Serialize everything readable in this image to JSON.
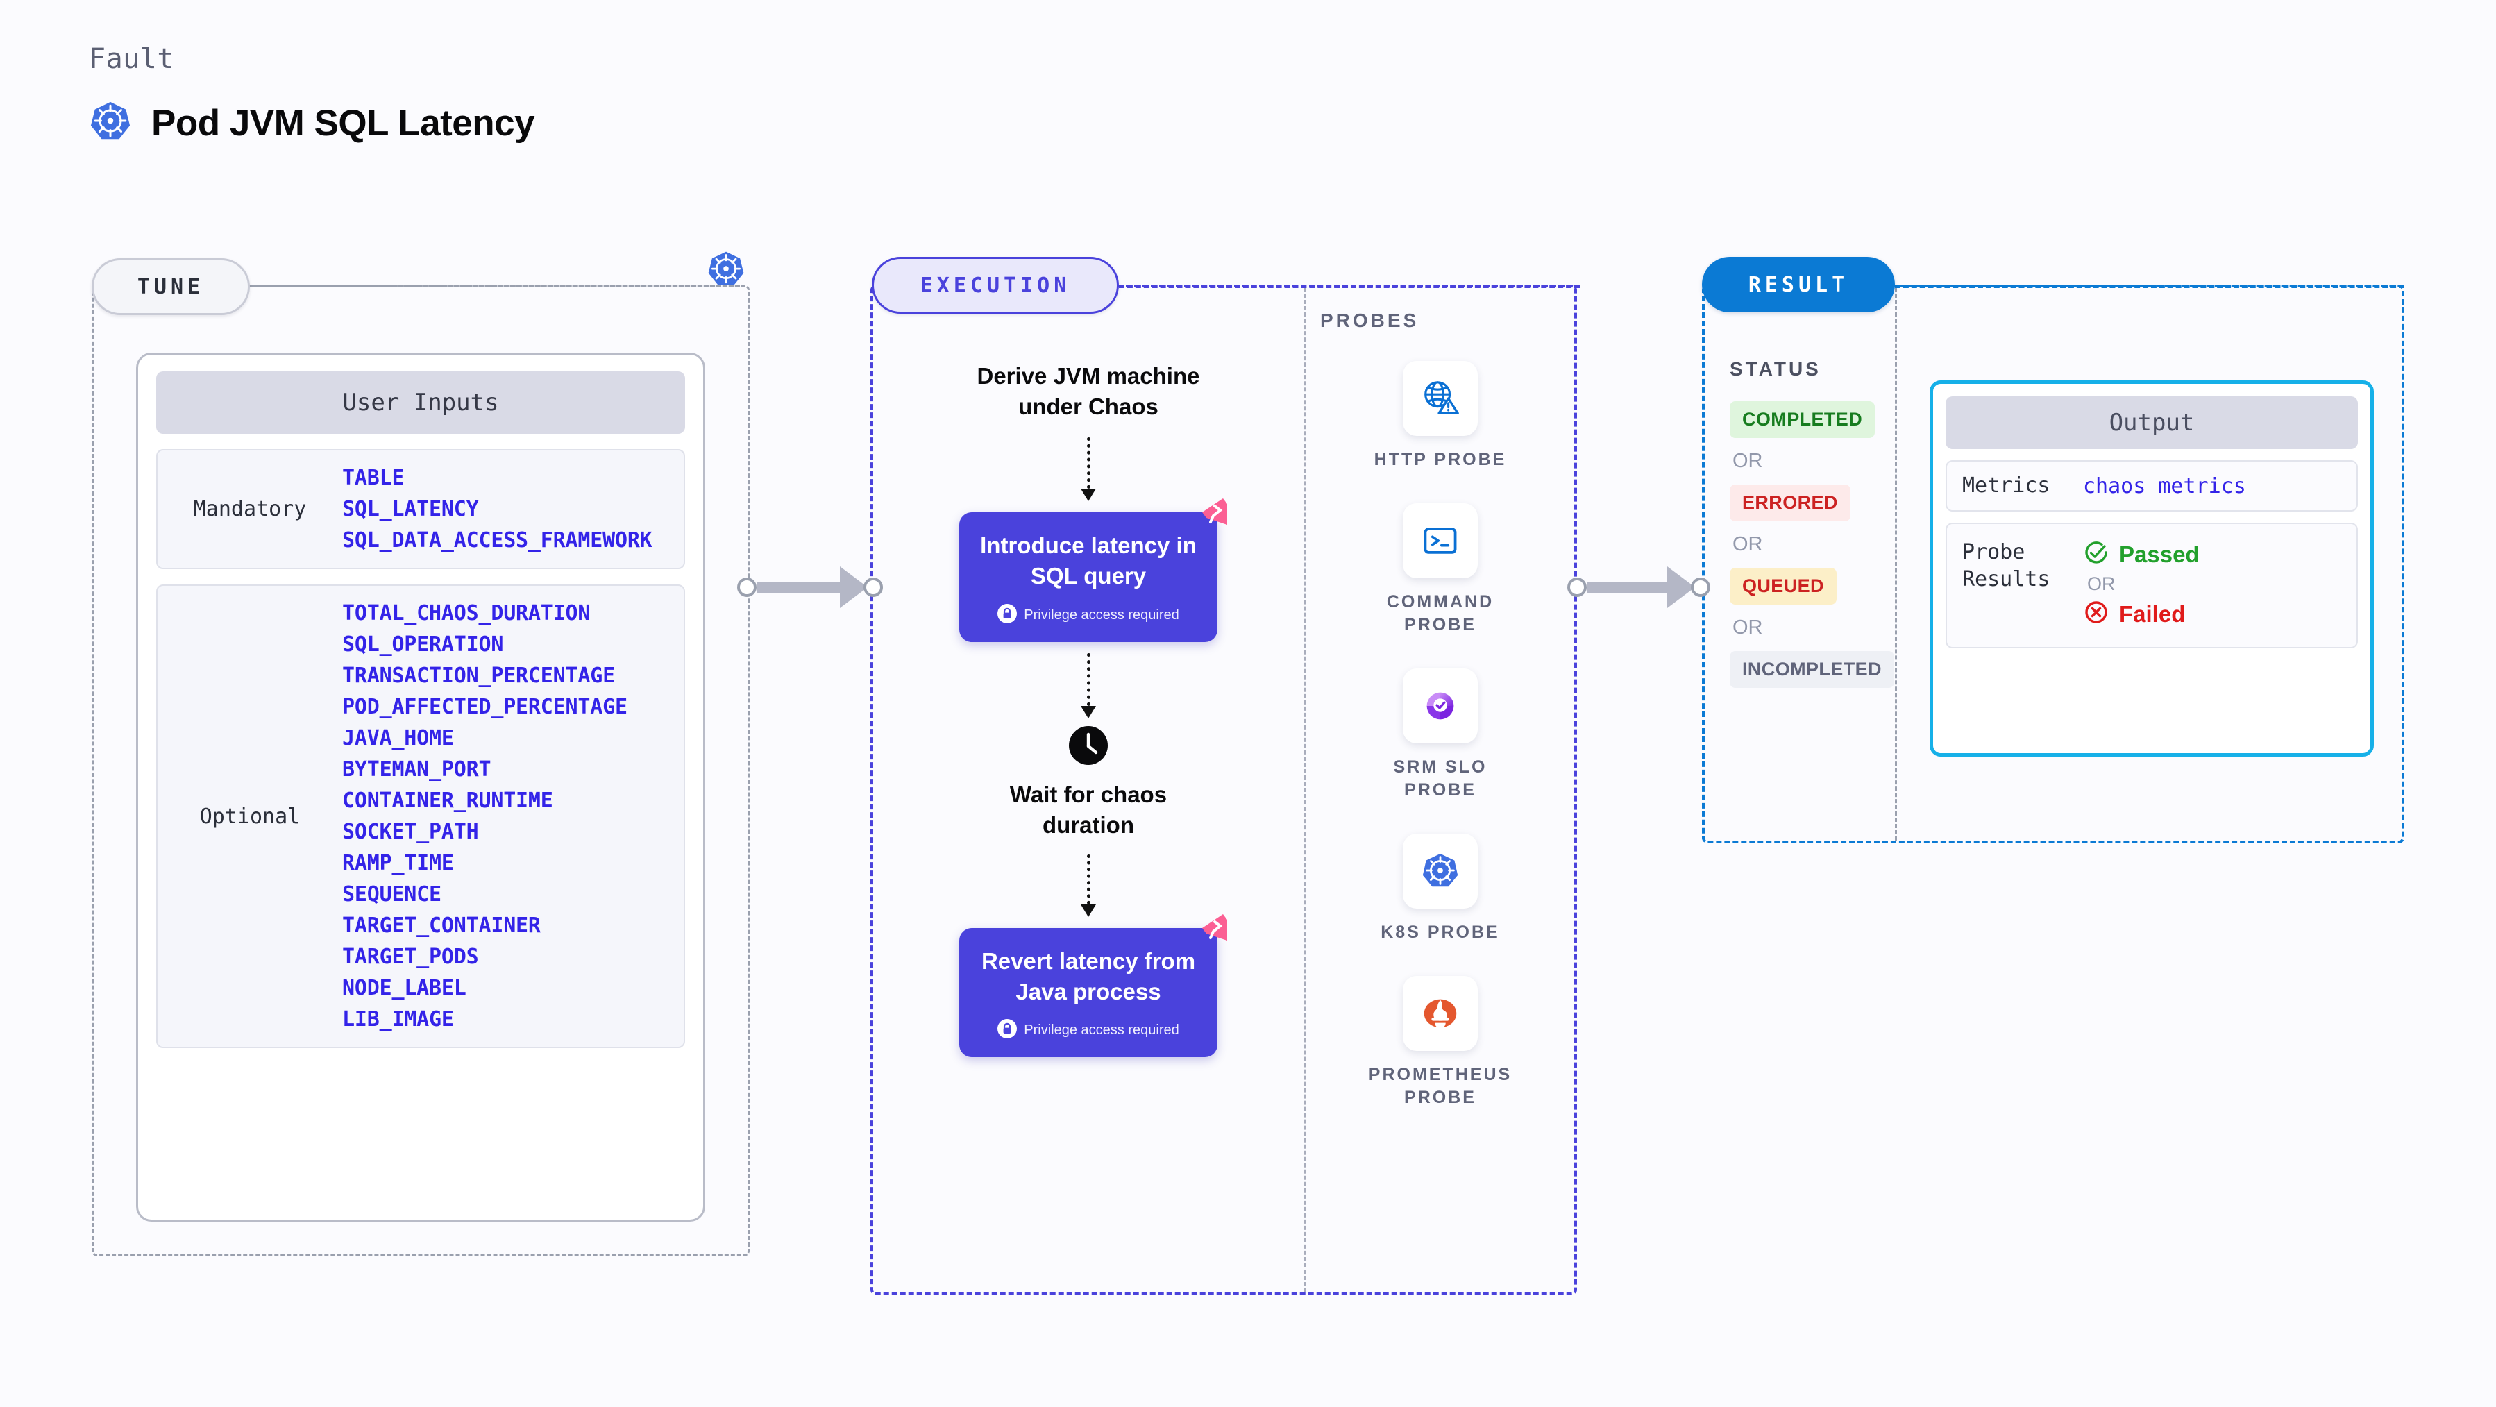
{
  "header": {
    "eyebrow": "Fault",
    "title": "Pod JVM SQL Latency",
    "icon": "kubernetes-icon"
  },
  "tune": {
    "pill_label": "TUNE",
    "card_title": "User Inputs",
    "groups": [
      {
        "kind": "Mandatory",
        "params": [
          "TABLE",
          "SQL_LATENCY",
          "SQL_DATA_ACCESS_FRAMEWORK"
        ]
      },
      {
        "kind": "Optional",
        "params": [
          "TOTAL_CHAOS_DURATION",
          "SQL_OPERATION",
          "TRANSACTION_PERCENTAGE",
          "POD_AFFECTED_PERCENTAGE",
          "JAVA_HOME",
          "BYTEMAN_PORT",
          "CONTAINER_RUNTIME",
          "SOCKET_PATH",
          "RAMP_TIME",
          "SEQUENCE",
          "TARGET_CONTAINER",
          "TARGET_PODS",
          "NODE_LABEL",
          "LIB_IMAGE"
        ]
      }
    ]
  },
  "execution": {
    "pill_label": "EXECUTION",
    "step1_text": "Derive JVM machine\nunder Chaos",
    "card1": {
      "title": "Introduce latency in\nSQL query",
      "note": "Privilege access required"
    },
    "wait_text": "Wait for chaos\nduration",
    "card2": {
      "title": "Revert latency from\nJava process",
      "note": "Privilege access required"
    }
  },
  "probes": {
    "label": "PROBES",
    "items": [
      {
        "name": "HTTP  PROBE",
        "icon": "globe-warning-icon"
      },
      {
        "name": "COMMAND\nPROBE",
        "icon": "terminal-icon"
      },
      {
        "name": "SRM  SLO\nPROBE",
        "icon": "slo-gauge-icon"
      },
      {
        "name": "K8S  PROBE",
        "icon": "kubernetes-icon"
      },
      {
        "name": "PROMETHEUS\nPROBE",
        "icon": "prometheus-icon"
      }
    ]
  },
  "result": {
    "pill_label": "RESULT",
    "status_label": "STATUS",
    "or_label": "OR",
    "statuses": [
      {
        "label": "COMPLETED",
        "color": "#177c1f",
        "bg": "#dff5dd"
      },
      {
        "label": "ERRORED",
        "color": "#cc2222",
        "bg": "#fdeaea"
      },
      {
        "label": "QUEUED",
        "color": "#cc2222",
        "bg": "#fcefc8"
      },
      {
        "label": "INCOMPLETED",
        "color": "#60647a",
        "bg": "#eef0f5"
      }
    ],
    "output": {
      "title": "Output",
      "metrics_key": "Metrics",
      "metrics_value": "chaos metrics",
      "probe_results_key": "Probe\nResults",
      "passed_label": "Passed",
      "failed_label": "Failed",
      "or_label": "OR",
      "passed_color": "#22a02c",
      "failed_color": "#e01b1b"
    }
  },
  "colors": {
    "accent_indigo": "#4a42dc",
    "accent_blue": "#0b7ad4",
    "accent_cyan": "#16b0e8",
    "param_blue": "#3323e8",
    "ribbon_pink": "#fb5f93"
  }
}
